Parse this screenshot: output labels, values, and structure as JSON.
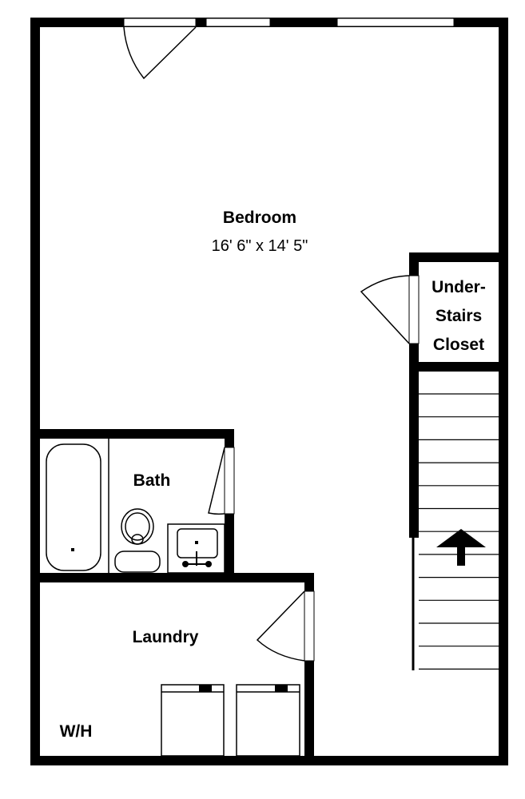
{
  "rooms": {
    "bedroom": {
      "name": "Bedroom",
      "dimensions": "16' 6\" x 14' 5\""
    },
    "closet": {
      "line1": "Under-",
      "line2": "Stairs",
      "line3": "Closet"
    },
    "bath": {
      "name": "Bath"
    },
    "laundry": {
      "name": "Laundry"
    },
    "water_heater": {
      "name": "W/H"
    }
  },
  "stairs": {
    "direction": "up",
    "icon": "arrow-up-icon"
  },
  "colors": {
    "walls": "#000000",
    "background": "#ffffff"
  }
}
